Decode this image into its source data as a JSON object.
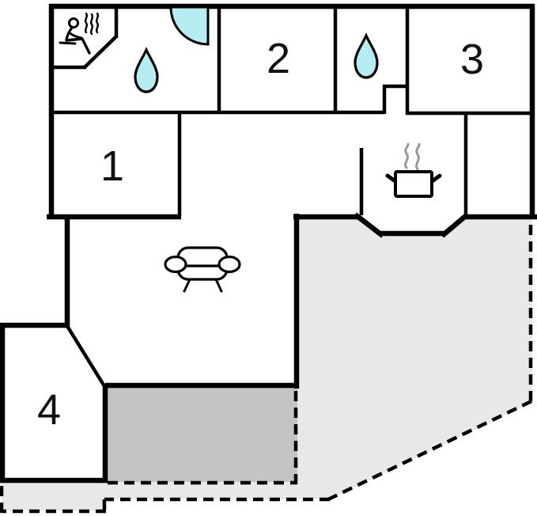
{
  "plan": {
    "type": "floor-plan",
    "rooms": [
      {
        "id": "room-1",
        "label": "1"
      },
      {
        "id": "room-2",
        "label": "2"
      },
      {
        "id": "room-3",
        "label": "3"
      },
      {
        "id": "room-4",
        "label": "4"
      }
    ],
    "icons": [
      {
        "name": "sauna-icon",
        "meaning": "sauna with steam"
      },
      {
        "name": "corner-shower-icon",
        "meaning": "corner shower"
      },
      {
        "name": "water-drop-icon-bathroom",
        "meaning": "water / bathroom"
      },
      {
        "name": "water-drop-icon-wc",
        "meaning": "water / wc"
      },
      {
        "name": "cooking-pot-icon",
        "meaning": "kitchen"
      },
      {
        "name": "steam-icon",
        "meaning": "steam over pot"
      },
      {
        "name": "sofa-icon",
        "meaning": "living room sofa"
      }
    ],
    "colors": {
      "wall": "#000000",
      "water": "#b5eef2",
      "terrace_light": "#e8e8e8",
      "terrace_dark": "#c4c4c4",
      "steam": "#999999",
      "background": "#ffffff"
    }
  }
}
